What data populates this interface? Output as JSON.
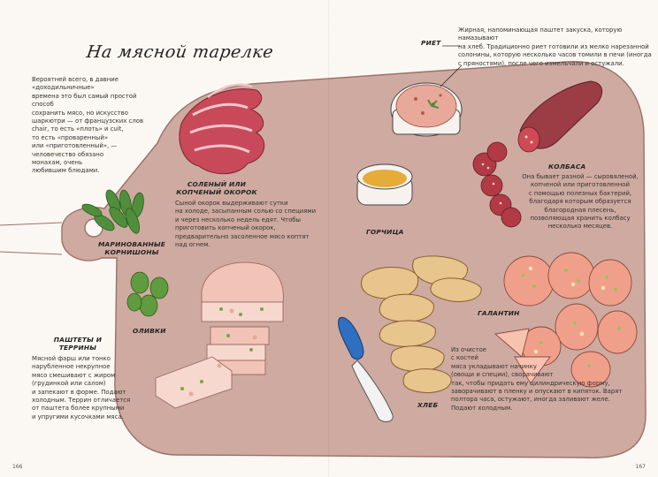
{
  "title": "На мясной тарелке",
  "page_left": "166",
  "page_right": "167",
  "intro_lines": [
    "Вероятней всего, в давние «доходильничные»",
    "времена это был самый простой способ",
    "сохранить мясо, но искусство",
    "шаркютри — от французских слов",
    "chair, то есть «плоть» и cuit,",
    "то есть «проваренный»",
    "или «приготовленный», —",
    "человечество обязано",
    "монахам, очень",
    "любившим блюдами."
  ],
  "rillettes": {
    "label": "Риет",
    "lines": [
      "Жирная, напоминающая паштет закуска, которую намазывают",
      "на хлеб. Традиционно риет готовили из мелко нарезанной",
      "солонины, которую несколько часов томили в печи (иногда",
      "с пряностями), после чего измельчали и остужали."
    ]
  },
  "ham": {
    "label": "Соленый или копченый окорок",
    "lines": [
      "Сыной окорок выдерживают сутки",
      "на холоде, засыпанным солью со специями",
      "и через несколько недель едят. Чтобы",
      "приготовить копченый окорок,",
      "предварительно засоленное мясо коптят",
      "над огнем."
    ]
  },
  "sausage": {
    "label": "Колбаса",
    "lines": [
      "Она бывает разной — сыровяленой,",
      "копченой или приготовленной",
      "с помощью полезных бактерий,",
      "благодаря которым образуется",
      "благородная плесень,",
      "позволяющая хранить колбасу",
      "несколько месяцев."
    ]
  },
  "cornichons": {
    "label": "Маринованные корнишоны"
  },
  "mustard": {
    "label": "Горчица"
  },
  "olives": {
    "label": "Оливки"
  },
  "pates": {
    "label": "Паштеты и террины",
    "lines": [
      "Мясной фарш или тонко",
      "нарубленное некрупное",
      "мясо смешивают с жиром",
      "(грудинкой или салом)",
      "и запекают в форме. Подают",
      "холодным. Террин отличается",
      "от паштета более крупными",
      "и упругими кусочками мяса."
    ]
  },
  "galantine": {
    "label": "Галантин",
    "lines": [
      "Из очистое",
      "с костей",
      "мяса укладывают начинку",
      "(овощи и специи), сворачивают",
      "так, чтобы придать ему цилиндрическую форму,",
      "заворачивают в пленку и опускают в кипяток. Варят",
      "полтора часа, остужают, иногда заливают желе.",
      "Подают холодным."
    ]
  },
  "bread": {
    "label": "Хлеб"
  },
  "colors": {
    "board": "#cfaaa0",
    "board_edge": "#9a7066",
    "ham": "#c84a5a",
    "salami": "#b23a44",
    "mustard": "#e5ac3a",
    "pickle": "#4f8f3c",
    "olive": "#5f9b3f",
    "bread": "#e7c58d",
    "pate": "#f2c4b8",
    "knife_handle": "#2f6fc0"
  }
}
